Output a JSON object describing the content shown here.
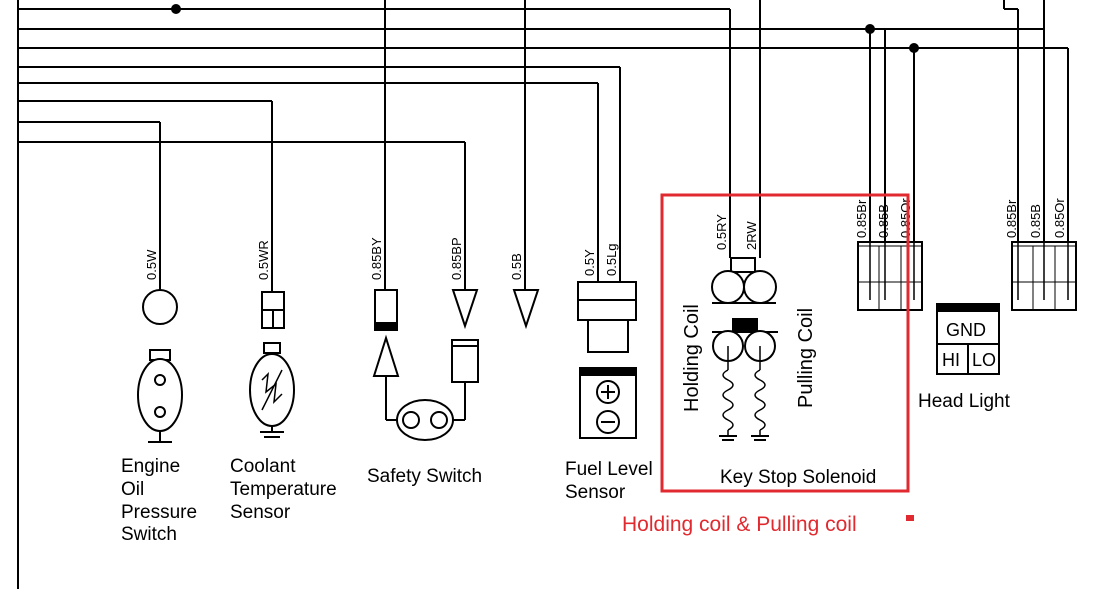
{
  "colors": {
    "highlight": "#e02a2f",
    "line": "#000000"
  },
  "components": {
    "oil_pressure": {
      "lines": [
        "Engine",
        "Oil",
        "Pressure",
        "Switch"
      ]
    },
    "coolant": {
      "lines": [
        "Coolant",
        "Temperature",
        "Sensor"
      ]
    },
    "safety": {
      "label": "Safety Switch"
    },
    "fuel": {
      "lines": [
        "Fuel Level",
        "Sensor"
      ]
    },
    "solenoid": {
      "label": "Key Stop Solenoid",
      "holding": "Holding Coil",
      "pulling": "Pulling Coil"
    },
    "headlight": {
      "label": "Head Light",
      "gnd": "GND",
      "hi": "HI",
      "lo": "LO"
    }
  },
  "wires": {
    "oil": "0.5W",
    "coolant": "0.5WR",
    "safety_a": "0.85BY",
    "safety_b": "0.85BP",
    "ground": "0.5B",
    "fuel_a": "0.5Y",
    "fuel_b": "0.5Lg",
    "sol_a": "0.5RY",
    "sol_b": "2RW",
    "c1_a": "0.85Br",
    "c1_b": "0.85B",
    "c1_c": "0.85Or",
    "c2_a": "0.85Br",
    "c2_b": "0.85B",
    "c2_c": "0.85Or"
  },
  "annotation": {
    "text": "Holding coil & Pulling coil"
  }
}
